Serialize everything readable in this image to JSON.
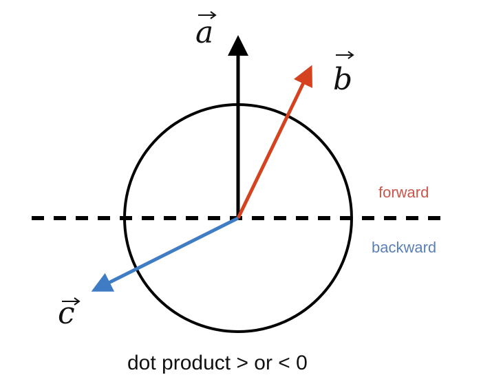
{
  "vectors": {
    "a": {
      "label": "a",
      "color": "#000000"
    },
    "b": {
      "label": "b",
      "color": "#d5421f"
    },
    "c": {
      "label": "c",
      "color": "#3f7cc4"
    }
  },
  "regions": {
    "forward": {
      "label": "forward",
      "color": "#c9564a"
    },
    "backward": {
      "label": "backward",
      "color": "#5a7fb8"
    }
  },
  "caption": "dot product > or < 0"
}
